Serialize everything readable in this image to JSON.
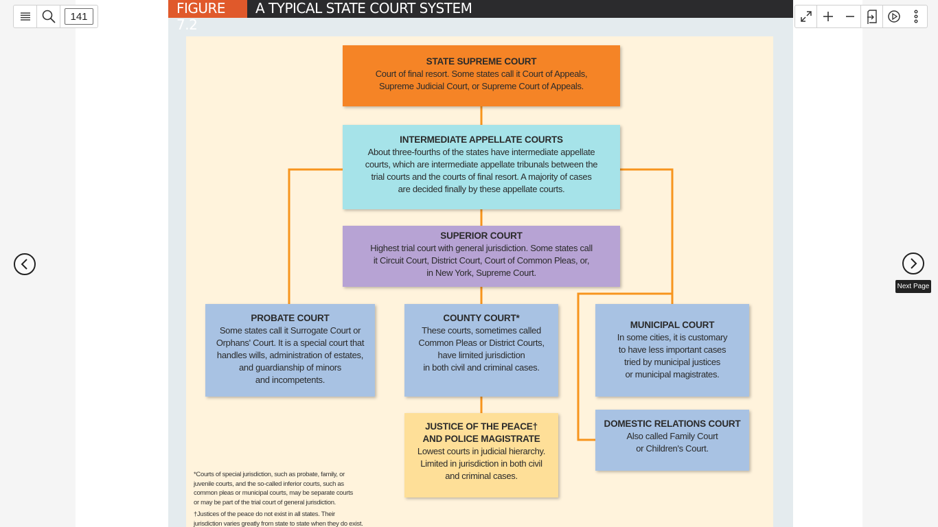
{
  "toolbar": {
    "page_number": "141",
    "tooltip_next": "Next Page",
    "icons": [
      "menu-icon",
      "search-icon",
      "fullscreen-icon",
      "zoom-in-icon",
      "zoom-out-icon",
      "fit-page-icon",
      "autoplay-icon",
      "more-options-icon",
      "previous-page-icon",
      "next-page-icon"
    ]
  },
  "figure": {
    "number": "FIGURE 7.2",
    "title": "A TYPICAL STATE COURT SYSTEM",
    "colors": {
      "header_number": "#e0592b",
      "connector": "#f7941d",
      "background": "#fff3dc"
    },
    "boxes": {
      "supreme": {
        "title": "STATE SUPREME COURT",
        "desc": "Court of final resort. Some states call it Court of Appeals,\nSupreme Judicial Court, or Supreme Court of Appeals."
      },
      "appellate": {
        "title": "INTERMEDIATE APPELLATE COURTS",
        "desc": "About three-fourths of the states have intermediate appellate\ncourts, which are intermediate appellate tribunals between the\ntrial courts and the courts of final resort. A majority of cases\nare decided finally by these appellate courts."
      },
      "superior": {
        "title": "SUPERIOR COURT",
        "desc": "Highest trial court with general jurisdiction. Some states call\nit Circuit Court, District Court, Court of Common Pleas, or,\nin New York, Supreme Court."
      },
      "probate": {
        "title": "PROBATE COURT",
        "desc": "Some states call it Surrogate Court or\nOrphans' Court. It is a special court that\nhandles wills, administration of estates,\nand guardianship of minors\nand incompetents."
      },
      "county": {
        "title": "COUNTY COURT*",
        "desc": "These courts, sometimes called\nCommon Pleas or District Courts,\nhave limited jurisdiction\nin both civil and criminal cases."
      },
      "municipal": {
        "title": "MUNICIPAL COURT",
        "desc": "In some cities, it is customary\nto have less important cases\ntried by municipal justices\nor municipal magistrates."
      },
      "justice": {
        "title_line1": "JUSTICE OF THE PEACE†",
        "title_line2": "AND POLICE MAGISTRATE",
        "desc": "Lowest courts in judicial hierarchy.\nLimited in jurisdiction in both civil\nand criminal cases."
      },
      "domestic": {
        "title": "DOMESTIC RELATIONS COURT",
        "desc": "Also called Family Court\nor Children's Court."
      }
    },
    "footnotes": {
      "asterisk": "*Courts of special jurisdiction, such as probate, family, or\njuvenile courts, and the so-called inferior courts, such as\ncommon pleas or municipal courts, may be separate courts\nor may be part of the trial court of general jurisdiction.",
      "dagger": "†Justices of the peace do not exist in all states. Their\njurisdiction varies greatly from state to state when they do exist."
    }
  }
}
